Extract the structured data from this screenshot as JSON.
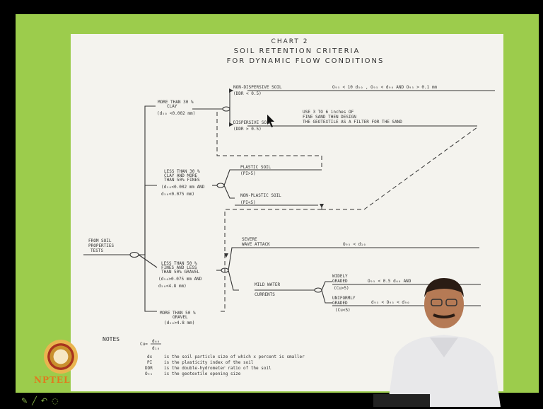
{
  "chart_title": [
    "CHART 2",
    "SOIL RETENTION CRITERIA",
    "FOR DYNAMIC FLOW CONDITIONS"
  ],
  "nodes": {
    "root": [
      "FROM SOIL",
      "PROPERTIES",
      "TESTS"
    ],
    "clay": [
      "MORE THAN 30 %",
      "CLAY",
      "(d₅₀ <0.002 mm)"
    ],
    "less30": [
      "LESS THAN 30 %",
      "CLAY AND MORE",
      "THAN 50% FINES",
      "(d₅₀<0.002 mm AND",
      "d₅₀<0.075 mm)"
    ],
    "less50": [
      "LESS THAN 50 %",
      "FINES AND LESS",
      "THAN 50% GRAVEL",
      "(d₅₀>0.075 mm AND",
      "d₅₀<4.8 mm)"
    ],
    "gravel": [
      "MORE THAN 50 %",
      "GRAVEL",
      "(d₅₀>4.8 mm)"
    ],
    "nondisp": [
      "NON-DISPERSIVE SOIL",
      "(DDR < 0.5)"
    ],
    "disp": [
      "DISPERSIVE SOIL",
      "(DDR > 0.5)"
    ],
    "plastic": [
      "PLASTIC SOIL",
      "(PI>5)"
    ],
    "nonplastic": [
      "NON-PLASTIC SOIL",
      "(PI<5)"
    ],
    "wave": [
      "SEVERE",
      "WAVE ATTACK"
    ],
    "mild": [
      "MILD WATER",
      "CURRENTS"
    ],
    "widely": [
      "WIDELY",
      "GRADED",
      "(Cu>5)"
    ],
    "uniform": [
      "UNIFORMLY",
      "GRADED",
      "(Cu<5)"
    ]
  },
  "criteria": {
    "nondisp": "O₉₅ < 10 d₅₀ , O₉₅ < d₉₀ AND O₉₅ > 0.1 mm",
    "disp": [
      "USE 3 TO 6 inches OF",
      "FINE SAND THEN DESIGN",
      "THE GEOTEXTILE AS A FILTER FOR THE SAND"
    ],
    "wave": "O₉₅ < d₁₀",
    "widely": "O₉₅ < 0.5 d₆₀ AND",
    "uniform": "d₉₅ < O₉₅ < d₉₀"
  },
  "notes": {
    "heading": "NOTES",
    "cu": "Cu=",
    "frac_top": "d₆₀",
    "frac_bot": "d₁₀",
    "lines": [
      [
        "dx",
        "is the soil particle size of which x percent is smaller"
      ],
      [
        "PI",
        "is the plasticity index of the soil"
      ],
      [
        "DDR",
        "is the double-hydrometer ratio of the soil"
      ],
      [
        "O₉₅",
        "is the geotextile opening size"
      ]
    ]
  },
  "logo_text": "NPTEL",
  "toolbar_icons": [
    "pen-icon",
    "slash-icon",
    "undo-icon",
    "circle-icon"
  ],
  "colors": {
    "slide_bg": "#9ccc4c",
    "paper": "#f4f3ee",
    "ink": "#333333"
  }
}
